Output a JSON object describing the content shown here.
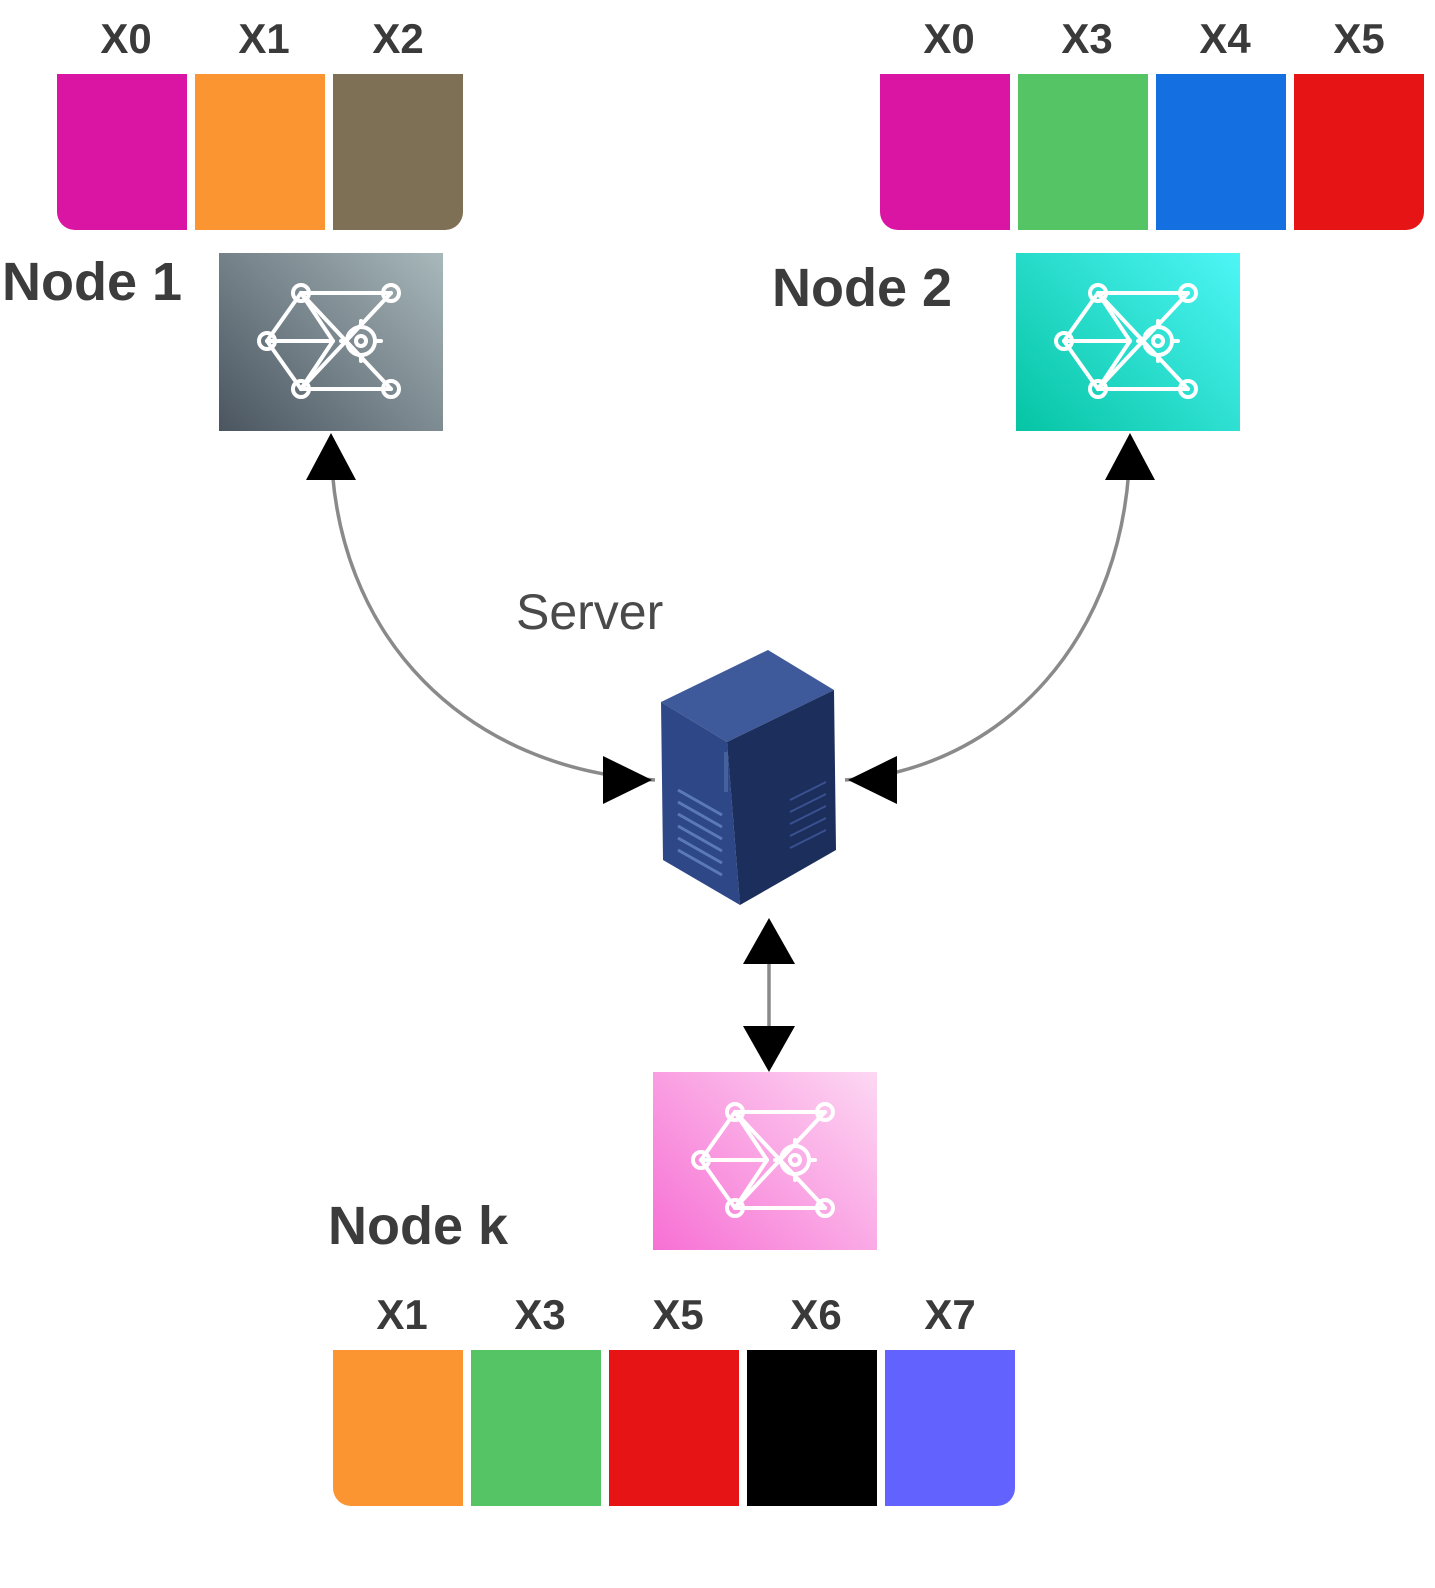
{
  "node1": {
    "label": "Node 1",
    "features": [
      {
        "name": "X0",
        "color": "#da15a4"
      },
      {
        "name": "X1",
        "color": "#fb9532"
      },
      {
        "name": "X2",
        "color": "#7e7055"
      }
    ],
    "icon_gradient": [
      "#4a5560",
      "#a8b8bb"
    ]
  },
  "node2": {
    "label": "Node 2",
    "features": [
      {
        "name": "X0",
        "color": "#da15a4"
      },
      {
        "name": "X3",
        "color": "#54c464"
      },
      {
        "name": "X4",
        "color": "#1470e0"
      },
      {
        "name": "X5",
        "color": "#e61414"
      }
    ],
    "icon_gradient": [
      "#06c4a4",
      "#4ef6f6"
    ]
  },
  "nodek": {
    "label": "Node k",
    "features": [
      {
        "name": "X1",
        "color": "#fb9532"
      },
      {
        "name": "X3",
        "color": "#54c464"
      },
      {
        "name": "X5",
        "color": "#e61414"
      },
      {
        "name": "X6",
        "color": "#000000"
      },
      {
        "name": "X7",
        "color": "#6262ff"
      }
    ],
    "icon_gradient": [
      "#f770d4",
      "#fdd8f3"
    ]
  },
  "server": {
    "label": "Server",
    "color": "#263d74"
  },
  "icon_name": "ml-network-icon"
}
